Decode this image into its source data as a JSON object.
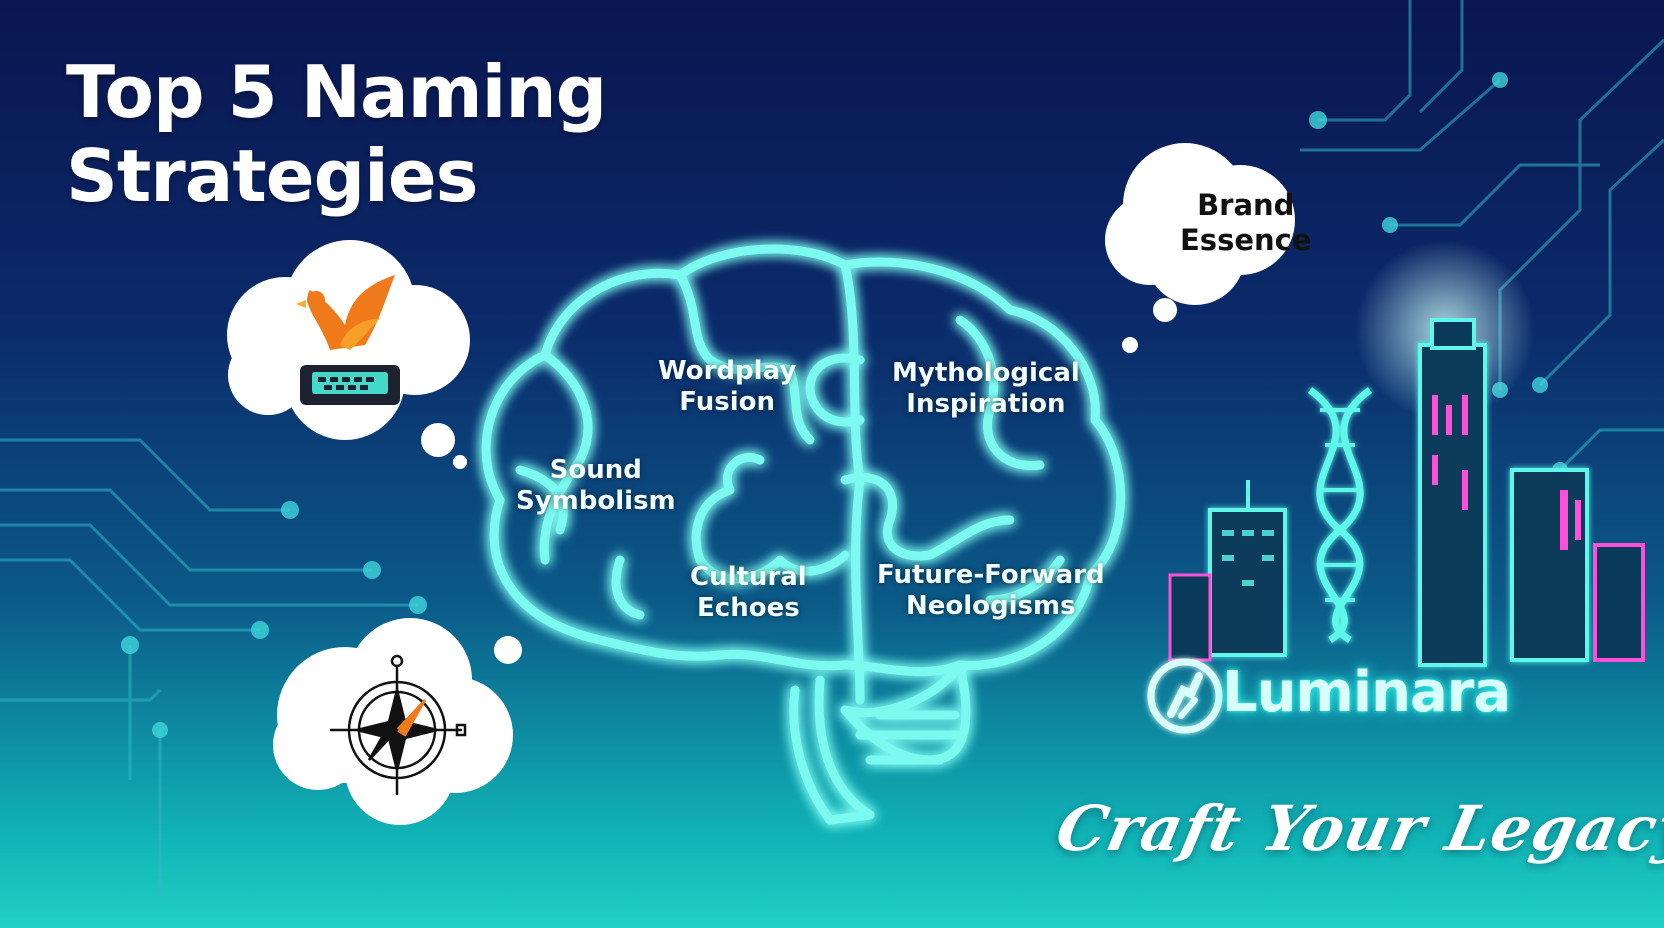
{
  "title": {
    "line1": "Top 5 Naming",
    "line2": "Strategies"
  },
  "brain": {
    "lobes": [
      {
        "line1": "Wordplay",
        "line2": "Fusion"
      },
      {
        "line1": "Mythological",
        "line2": "Inspiration"
      },
      {
        "line1": "Sound",
        "line2": "Symbolism"
      },
      {
        "line1": "Cultural",
        "line2": "Echoes"
      },
      {
        "line1": "Future-Forward",
        "line2": "Neologisms"
      }
    ]
  },
  "bubble": {
    "line1": "Brand",
    "line2": "Essence"
  },
  "thought_icons": [
    "phoenix-typewriter-icon",
    "compass-icon"
  ],
  "brand": {
    "name": "Luminara",
    "logo": "luminara-logo-icon"
  },
  "tagline": "Craft Your Legacy",
  "colors": {
    "neon": "#4ff5e6",
    "background_top": "#0a1650",
    "background_bottom": "#22d0c4",
    "accent_pink": "#ff4fd8",
    "phoenix": "#f07a1a"
  }
}
